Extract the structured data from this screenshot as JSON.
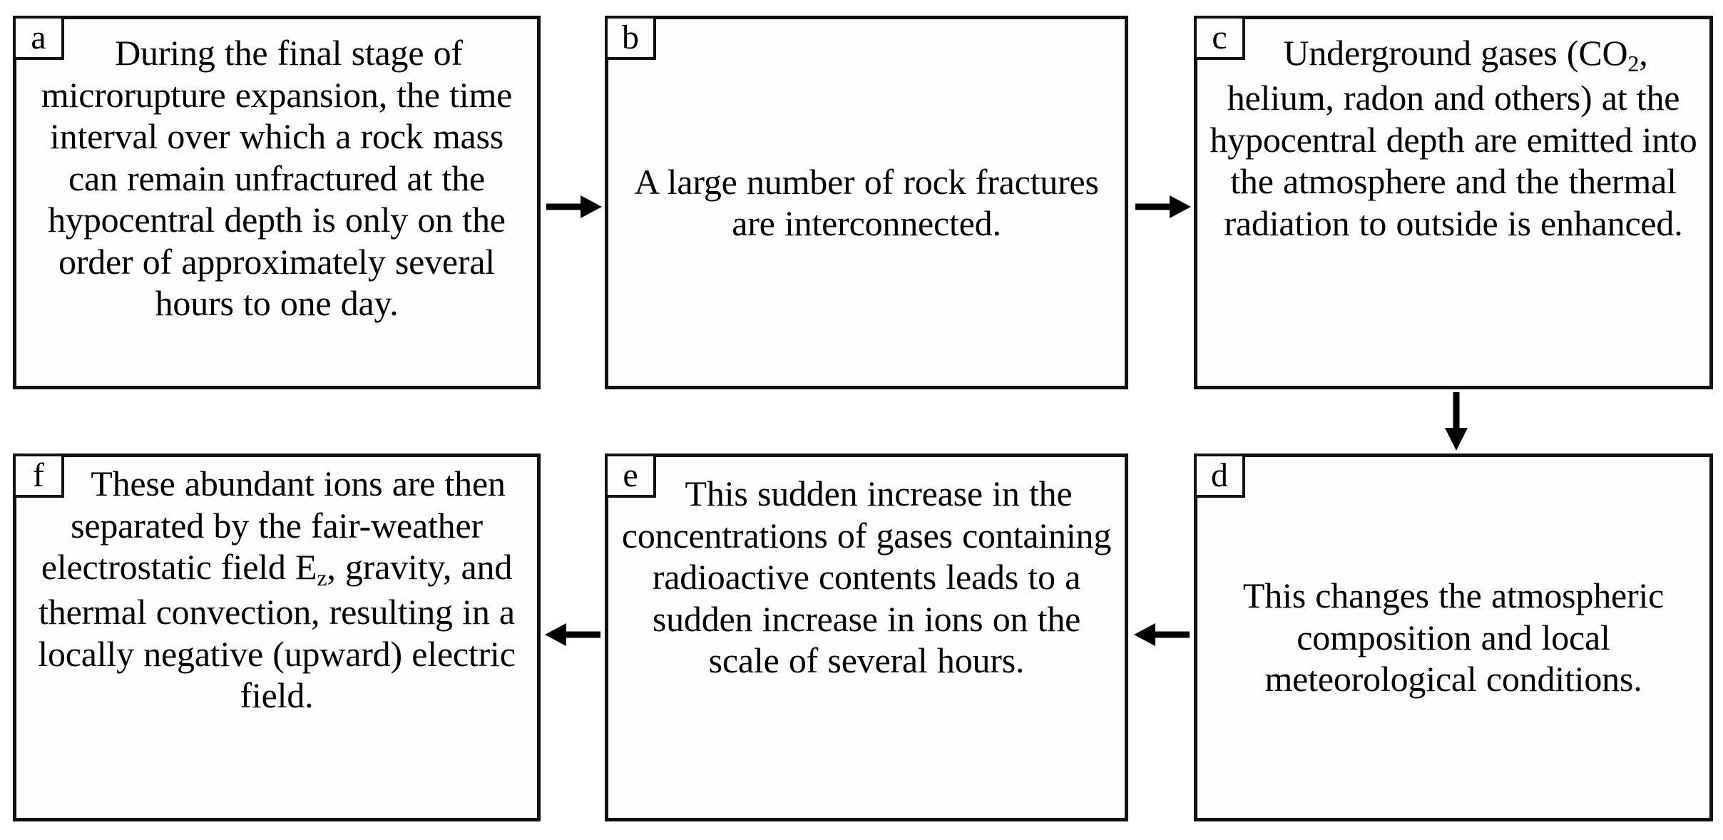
{
  "diagram": {
    "title": "Earthquake precursor process flowchart",
    "type": "flowchart",
    "background_color": "#ffffff",
    "line_color": "#111111",
    "text_color": "#000000",
    "nodes": [
      {
        "id": "a",
        "label": "a",
        "text": "During the final stage of microrupture expansion, the time interval over which a rock mass can remain unfractured at the hypocentral depth is only on the order of approximately several hours to one day."
      },
      {
        "id": "b",
        "label": "b",
        "text": "A large number of rock fractures are interconnected."
      },
      {
        "id": "c",
        "label": "c",
        "text_before_subscript": "Underground gases (CO",
        "subscript": "2",
        "text_after_subscript": ", helium, radon and others) at the hypocentral depth are emitted into the atmosphere and the thermal radiation to outside is enhanced."
      },
      {
        "id": "d",
        "label": "d",
        "text": "This changes the atmospheric composition and local meteorological conditions."
      },
      {
        "id": "e",
        "label": "e",
        "text": "This sudden increase in the concentrations of gases containing radioactive contents leads to a sudden increase in ions on the scale of several hours."
      },
      {
        "id": "f",
        "label": "f",
        "text_before_subscript": "These abundant ions are then separated by the fair-weather electrostatic field E",
        "subscript": "z",
        "text_after_subscript": ", gravity, and thermal convection, resulting in a locally negative (upward) electric field."
      }
    ],
    "arrows": [
      {
        "id": "arrow-a-b",
        "from": "a",
        "to": "b",
        "direction": "right"
      },
      {
        "id": "arrow-b-c",
        "from": "b",
        "to": "c",
        "direction": "right"
      },
      {
        "id": "arrow-c-d",
        "from": "c",
        "to": "d",
        "direction": "down"
      },
      {
        "id": "arrow-d-e",
        "from": "d",
        "to": "e",
        "direction": "left"
      },
      {
        "id": "arrow-e-f",
        "from": "e",
        "to": "f",
        "direction": "left"
      }
    ]
  }
}
